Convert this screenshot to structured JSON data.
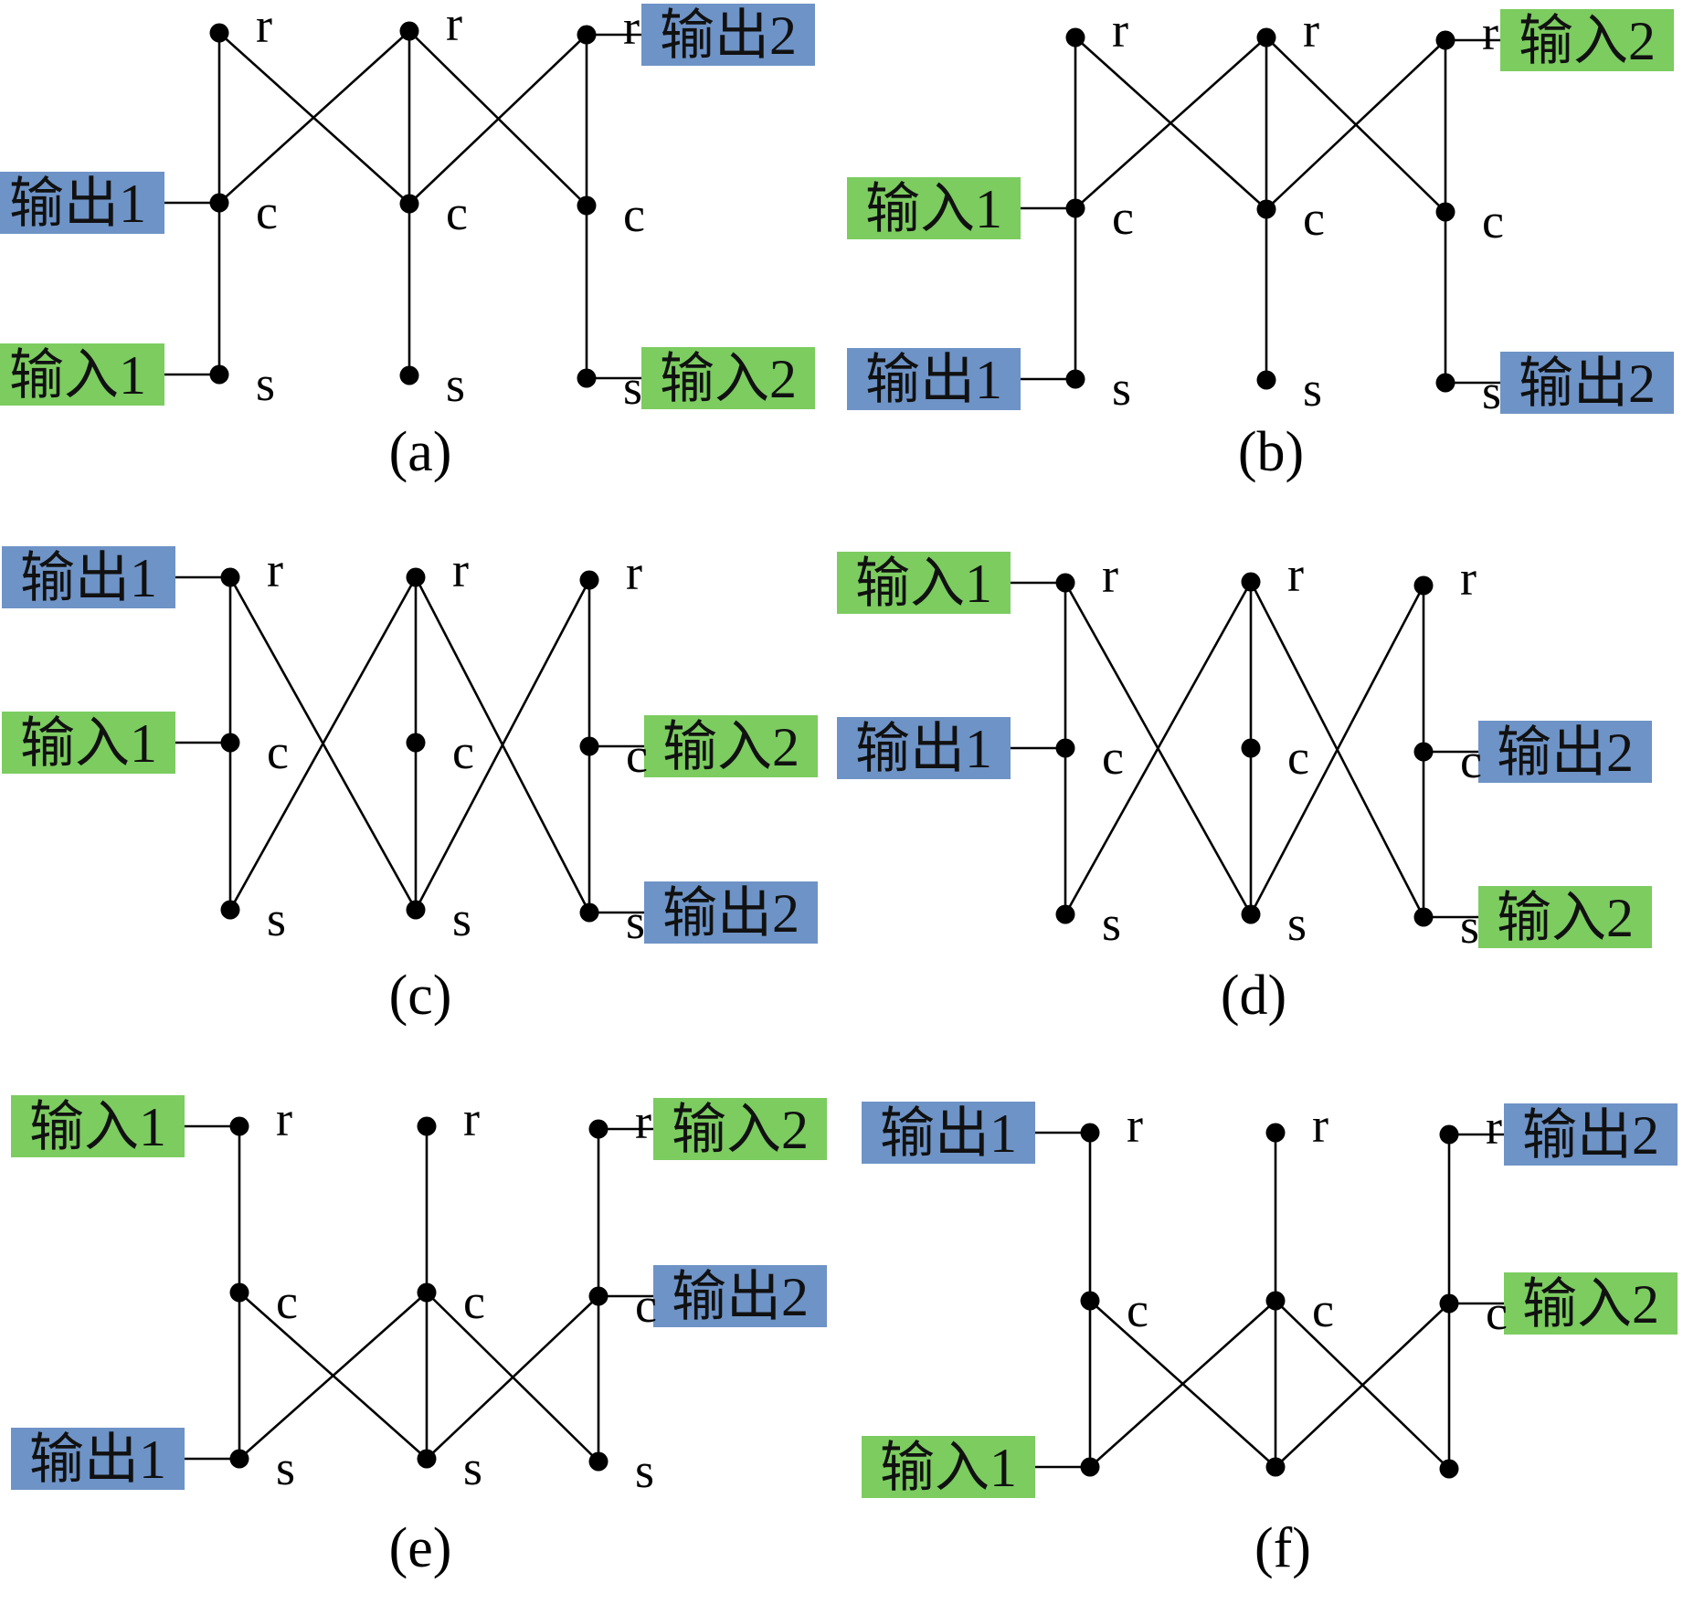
{
  "colors": {
    "input_fill": "#7ccc60",
    "output_fill": "#6e93c6"
  },
  "node_letters": {
    "r": "r",
    "c": "c",
    "s": "s"
  },
  "panels": [
    {
      "id": "a",
      "caption": "(a)",
      "labels": [
        {
          "node": "c1",
          "text": "输出1",
          "kind": "output"
        },
        {
          "node": "s1",
          "text": "输入1",
          "kind": "input"
        },
        {
          "node": "r3",
          "text": "输出2",
          "kind": "output"
        },
        {
          "node": "s3",
          "text": "输入2",
          "kind": "input"
        }
      ],
      "edges": [
        [
          "r1",
          "s1"
        ],
        [
          "r3",
          "s3"
        ],
        [
          "r2",
          "s2"
        ],
        [
          "r1",
          "c2"
        ],
        [
          "c1",
          "r2"
        ],
        [
          "r2",
          "c3"
        ],
        [
          "c2",
          "r3"
        ]
      ]
    },
    {
      "id": "b",
      "caption": "(b)",
      "labels": [
        {
          "node": "c1",
          "text": "输入1",
          "kind": "input"
        },
        {
          "node": "s1",
          "text": "输出1",
          "kind": "output"
        },
        {
          "node": "r3",
          "text": "输入2",
          "kind": "input"
        },
        {
          "node": "s3",
          "text": "输出2",
          "kind": "output"
        }
      ],
      "edges": [
        [
          "r1",
          "s1"
        ],
        [
          "r3",
          "s3"
        ],
        [
          "r2",
          "s2"
        ],
        [
          "r1",
          "c2"
        ],
        [
          "c1",
          "r2"
        ],
        [
          "r2",
          "c3"
        ],
        [
          "c2",
          "r3"
        ]
      ]
    },
    {
      "id": "c",
      "caption": "(c)",
      "labels": [
        {
          "node": "r1",
          "text": "输出1",
          "kind": "output"
        },
        {
          "node": "c1",
          "text": "输入1",
          "kind": "input"
        },
        {
          "node": "c3",
          "text": "输入2",
          "kind": "input"
        },
        {
          "node": "s3",
          "text": "输出2",
          "kind": "output"
        }
      ],
      "edges": [
        [
          "r1",
          "s1"
        ],
        [
          "r3",
          "s3"
        ],
        [
          "r2",
          "s2"
        ],
        [
          "r1",
          "s2"
        ],
        [
          "s1",
          "r2"
        ],
        [
          "r2",
          "s3"
        ],
        [
          "s2",
          "r3"
        ]
      ]
    },
    {
      "id": "d",
      "caption": "(d)",
      "labels": [
        {
          "node": "r1",
          "text": "输入1",
          "kind": "input"
        },
        {
          "node": "c1",
          "text": "输出1",
          "kind": "output"
        },
        {
          "node": "c3",
          "text": "输出2",
          "kind": "output"
        },
        {
          "node": "s3",
          "text": "输入2",
          "kind": "input"
        }
      ],
      "edges": [
        [
          "r1",
          "s1"
        ],
        [
          "r3",
          "s3"
        ],
        [
          "r2",
          "s2"
        ],
        [
          "r1",
          "s2"
        ],
        [
          "s1",
          "r2"
        ],
        [
          "r2",
          "s3"
        ],
        [
          "s2",
          "r3"
        ]
      ]
    },
    {
      "id": "e",
      "caption": "(e)",
      "labels": [
        {
          "node": "r1",
          "text": "输入1",
          "kind": "input"
        },
        {
          "node": "s1",
          "text": "输出1",
          "kind": "output"
        },
        {
          "node": "r3",
          "text": "输入2",
          "kind": "input"
        },
        {
          "node": "c3",
          "text": "输出2",
          "kind": "output"
        }
      ],
      "edges": [
        [
          "r1",
          "s1"
        ],
        [
          "r3",
          "s3"
        ],
        [
          "r2",
          "s2"
        ],
        [
          "c1",
          "s2"
        ],
        [
          "s1",
          "c2"
        ],
        [
          "c2",
          "s3"
        ],
        [
          "s2",
          "c3"
        ]
      ]
    },
    {
      "id": "f",
      "caption": "(f)",
      "show_s_letters": false,
      "labels": [
        {
          "node": "r1",
          "text": "输出1",
          "kind": "output"
        },
        {
          "node": "s1",
          "text": "输入1",
          "kind": "input"
        },
        {
          "node": "r3",
          "text": "输出2",
          "kind": "output"
        },
        {
          "node": "c3",
          "text": "输入2",
          "kind": "input"
        }
      ],
      "edges": [
        [
          "r1",
          "s1"
        ],
        [
          "r3",
          "s3"
        ],
        [
          "r2",
          "s2"
        ],
        [
          "c1",
          "s2"
        ],
        [
          "s1",
          "c2"
        ],
        [
          "c2",
          "s3"
        ],
        [
          "s2",
          "c3"
        ]
      ]
    }
  ]
}
